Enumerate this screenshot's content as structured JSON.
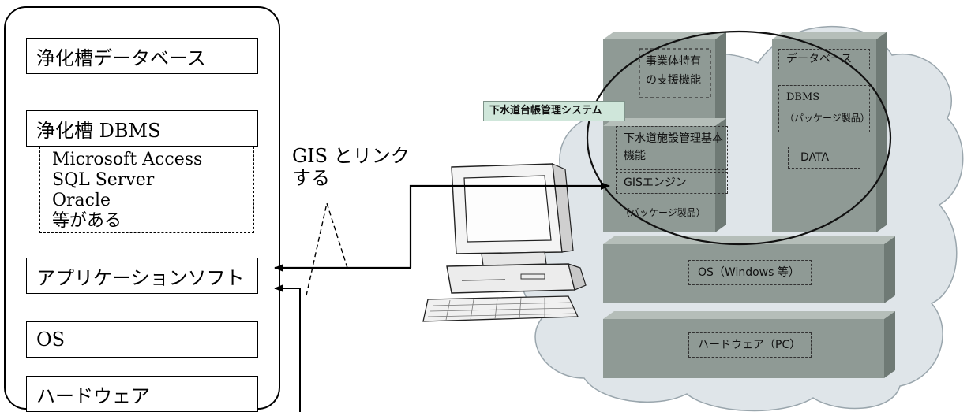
{
  "left_stack": {
    "db_label": "浄化槽データベース",
    "dbms_label": "浄化槽 DBMS",
    "dbms_examples": [
      "Microsoft Access",
      "SQL Server",
      "Oracle",
      "等がある"
    ],
    "app_label": "アプリケーションソフト",
    "os_label": "OS",
    "hw_label": "ハードウェア"
  },
  "link_caption": [
    "GIS とリンク",
    "する"
  ],
  "system": {
    "title": "下水道台帳管理システム",
    "support_lines": [
      "事業体特有",
      "の支援機能"
    ],
    "database_label": "データベース",
    "dbms_lines": [
      "DBMS",
      "（パッケージ製品）"
    ],
    "data_label": "DATA",
    "facility_lines": [
      "下水道施設管理基本",
      "機能"
    ],
    "gis_engine": "GISエンジン",
    "package_label": "（パッケージ製品）",
    "os_label": "OS（Windows 等）",
    "hardware_label": "ハードウェア（PC）"
  },
  "colors": {
    "block": "#8f9a95",
    "block_dark": "#6f7a75",
    "block_light": "#b5beb9",
    "cloud": "#dfe5e9",
    "title_bg": "#cfe6da"
  }
}
